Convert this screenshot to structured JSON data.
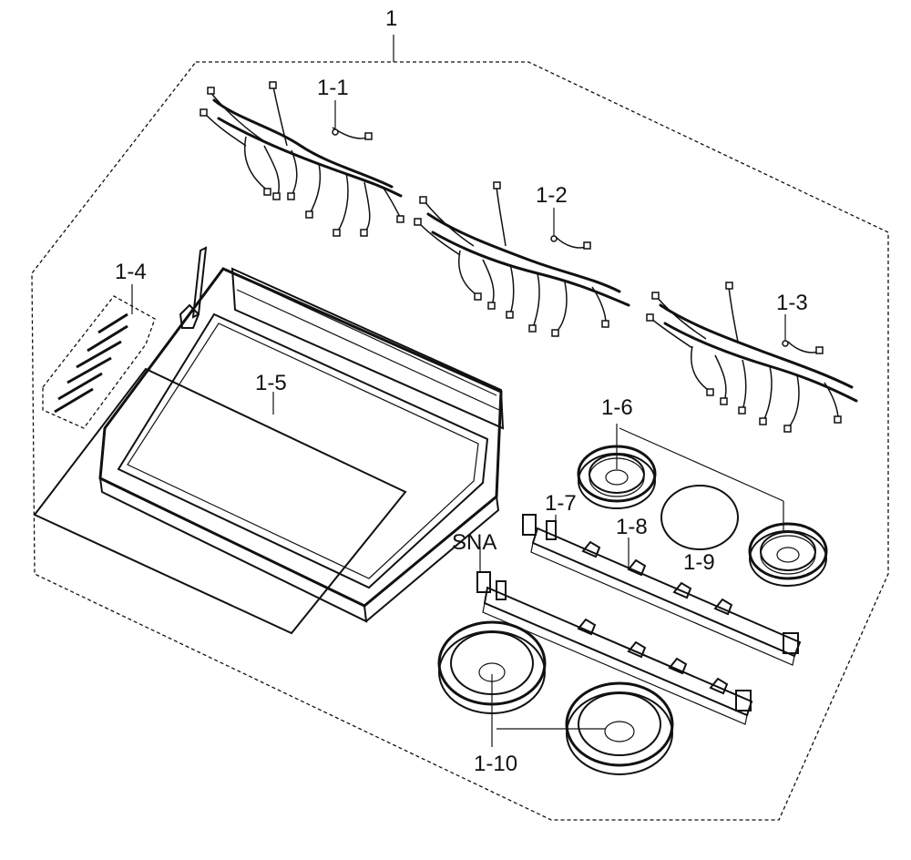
{
  "diagram": {
    "callouts": {
      "assembly": "1",
      "harness_1": "1-1",
      "harness_2": "1-2",
      "harness_3": "1-3",
      "strips": "1-4",
      "cooktop_glass": "1-5",
      "element_small": "1-6",
      "bracket_1": "1-7",
      "bracket_clip": "1-8",
      "element_plate": "1-9",
      "element_large": "1-10",
      "sna": "SNA"
    }
  }
}
